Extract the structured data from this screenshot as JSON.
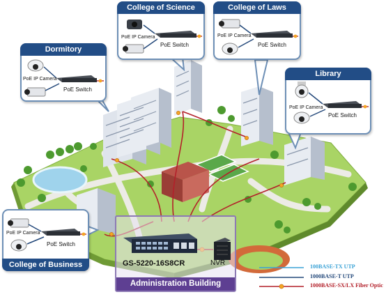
{
  "callouts": {
    "science": {
      "title": "College of Science",
      "camera_label": "PoE IP Camera",
      "switch_label": "PoE Switch"
    },
    "laws": {
      "title": "College of Laws",
      "camera_label": "PoE IP Camera",
      "switch_label": "PoE Switch"
    },
    "dormitory": {
      "title": "Dormitory",
      "camera_label": "PoE IP Camera",
      "switch_label": "PoE Switch"
    },
    "library": {
      "title": "Library",
      "camera_label": "PoE IP Camera",
      "switch_label": "PoE Switch"
    },
    "business": {
      "title": "College of Business",
      "camera_label": "PoE IP Camera",
      "switch_label": "PoE Switch"
    }
  },
  "admin": {
    "title": "Administration Building",
    "model": "GS-5220-16S8CR",
    "nvr_label": "NVR"
  },
  "legend": [
    {
      "label": "100BASE-TX UTP",
      "color": "#3aa2d6"
    },
    {
      "label": "1000BASE-T UTP",
      "color": "#23487a"
    },
    {
      "label": "1000BASE-SX/LX Fiber Optic",
      "color": "#b3202a"
    }
  ],
  "colors": {
    "callout_header": "#224d86",
    "admin_band": "#5e3f92",
    "fiber": "#b3202a",
    "fiber_node": "#f5a623",
    "lawn": "#a9d465",
    "path": "#ecebe6"
  }
}
